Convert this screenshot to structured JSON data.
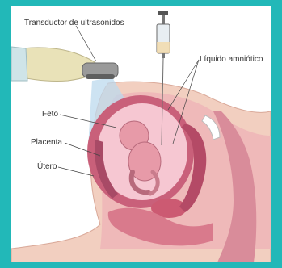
{
  "labels": {
    "transducer": "Transductor de ultrasonidos",
    "amniotic_fluid": "Líquido amniótico",
    "fetus": "Feto",
    "placenta": "Placenta",
    "uterus": "Útero"
  },
  "colors": {
    "frame": "#22b8b8",
    "skin": "#f2cfc0",
    "tissue": "#e8a0a8",
    "uterus_wall": "#c9607a",
    "amniotic": "#f6c7d2",
    "ultrasound_beam": "#bcd9ee",
    "glove": "#e9e2b8"
  }
}
